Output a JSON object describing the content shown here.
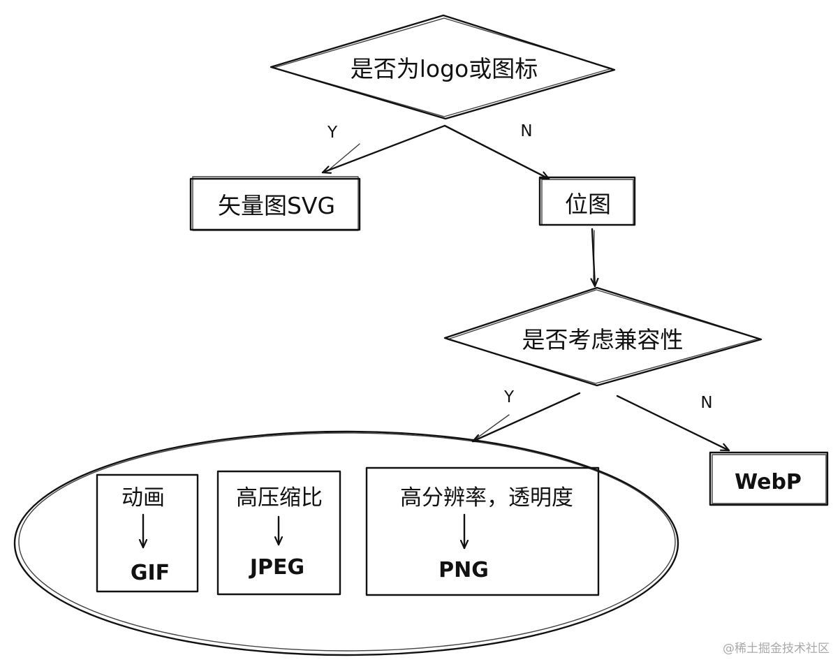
{
  "decisions": {
    "is_logo": "是否为logo或图标",
    "compat": "是否考虑兼容性"
  },
  "branches": {
    "yes": "Y",
    "no": "N"
  },
  "nodes": {
    "vector": "矢量图SVG",
    "raster": "位图",
    "webp": "WebP"
  },
  "group": {
    "animation": {
      "label": "动画",
      "format": "GIF"
    },
    "high_compression": {
      "label": "高压缩比",
      "format": "JPEG"
    },
    "high_res_transparency": {
      "label": "高分辨率，透明度",
      "format": "PNG"
    }
  },
  "watermark": "@稀土掘金技术社区"
}
